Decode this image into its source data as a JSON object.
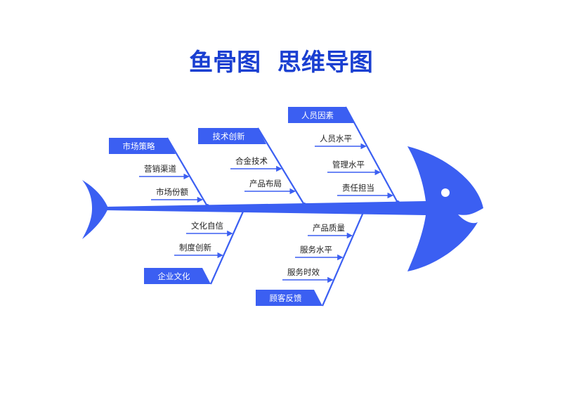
{
  "title": "鱼骨图  思维导图",
  "colors": {
    "primary": "#3b5ff2",
    "title": "#1a3fd1",
    "text": "#222222"
  },
  "top": [
    {
      "category": "市场策略",
      "items": [
        "营销渠道",
        "市场份额"
      ]
    },
    {
      "category": "技术创新",
      "items": [
        "合金技术",
        "产品布局"
      ]
    },
    {
      "category": "人员因素",
      "items": [
        "人员水平",
        "管理水平",
        "责任担当"
      ]
    }
  ],
  "bottom": [
    {
      "category": "企业文化",
      "items": [
        "文化自信",
        "制度创新"
      ]
    },
    {
      "category": "顾客反馈",
      "items": [
        "产品质量",
        "服务水平",
        "服务时效"
      ]
    }
  ]
}
